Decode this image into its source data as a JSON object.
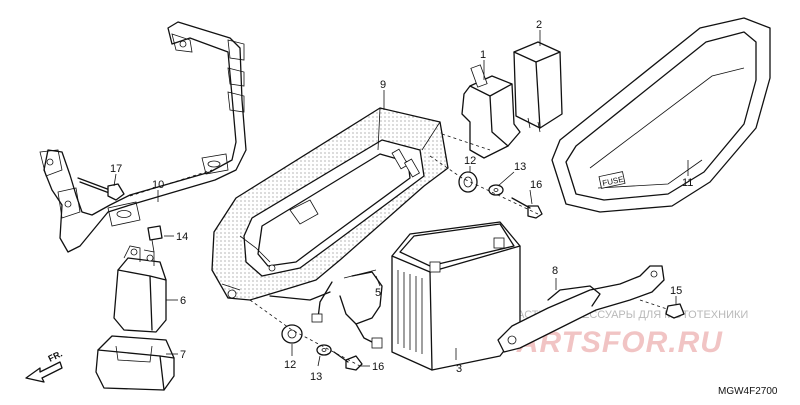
{
  "diagram": {
    "part_numbers": {
      "p1": "1",
      "p2": "2",
      "p3": "3",
      "p5": "5",
      "p6": "6",
      "p7": "7",
      "p8": "8",
      "p9": "9",
      "p10": "10",
      "p11": "11",
      "p12a": "12",
      "p12b": "12",
      "p13a": "13",
      "p13b": "13",
      "p14": "14",
      "p15": "15",
      "p16a": "16",
      "p16b": "16",
      "p17": "17"
    },
    "fuse_cover_text": "FUSE",
    "front_arrow_label": "FR.",
    "diagram_code": "MGW4F2700"
  },
  "watermark": {
    "caption": "ЗАПЧАСТИ И АКСЕССУАРЫ ДЛЯ МОТОТЕХНИКИ",
    "brand": "PARTSFOR.RU"
  }
}
